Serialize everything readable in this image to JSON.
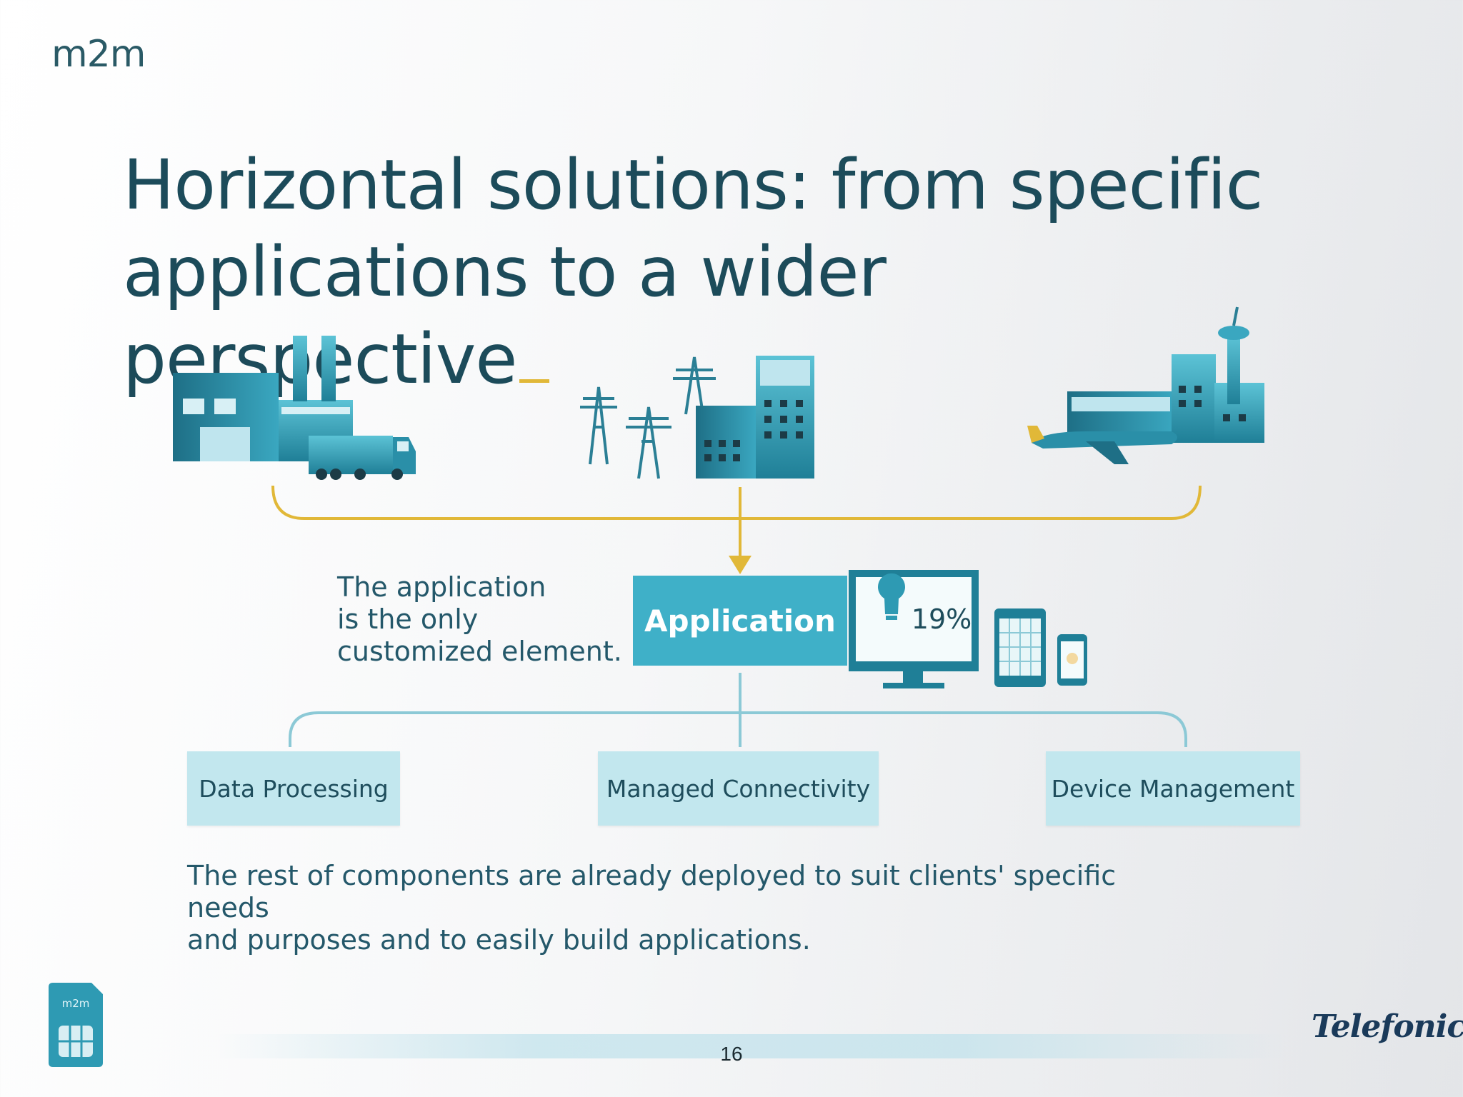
{
  "header": {
    "brand": "m2m"
  },
  "title": {
    "line1": "Horizontal solutions: from specific",
    "line2": "applications to a wider perspective",
    "accent_color": "#e1b838"
  },
  "diagram": {
    "icons": [
      "factory-truck-icon",
      "power-grid-buildings-icon",
      "airport-icon"
    ],
    "note": [
      "The application",
      "is the only",
      "customized element."
    ],
    "application_label": "Application",
    "monitor_value": "19%",
    "components": [
      "Data Processing",
      "Managed Connectivity",
      "Device Management"
    ],
    "colors": {
      "teal": "#3fb0c8",
      "light": "#c2e7ee",
      "connector": "#e1b838"
    }
  },
  "bottom_note": {
    "line1": "The rest of components are already deployed to suit clients' specific needs",
    "line2": "and purposes and to easily build applications."
  },
  "footer": {
    "page_number": "16",
    "logo": "Telefonica",
    "sim_label": "m2m"
  }
}
